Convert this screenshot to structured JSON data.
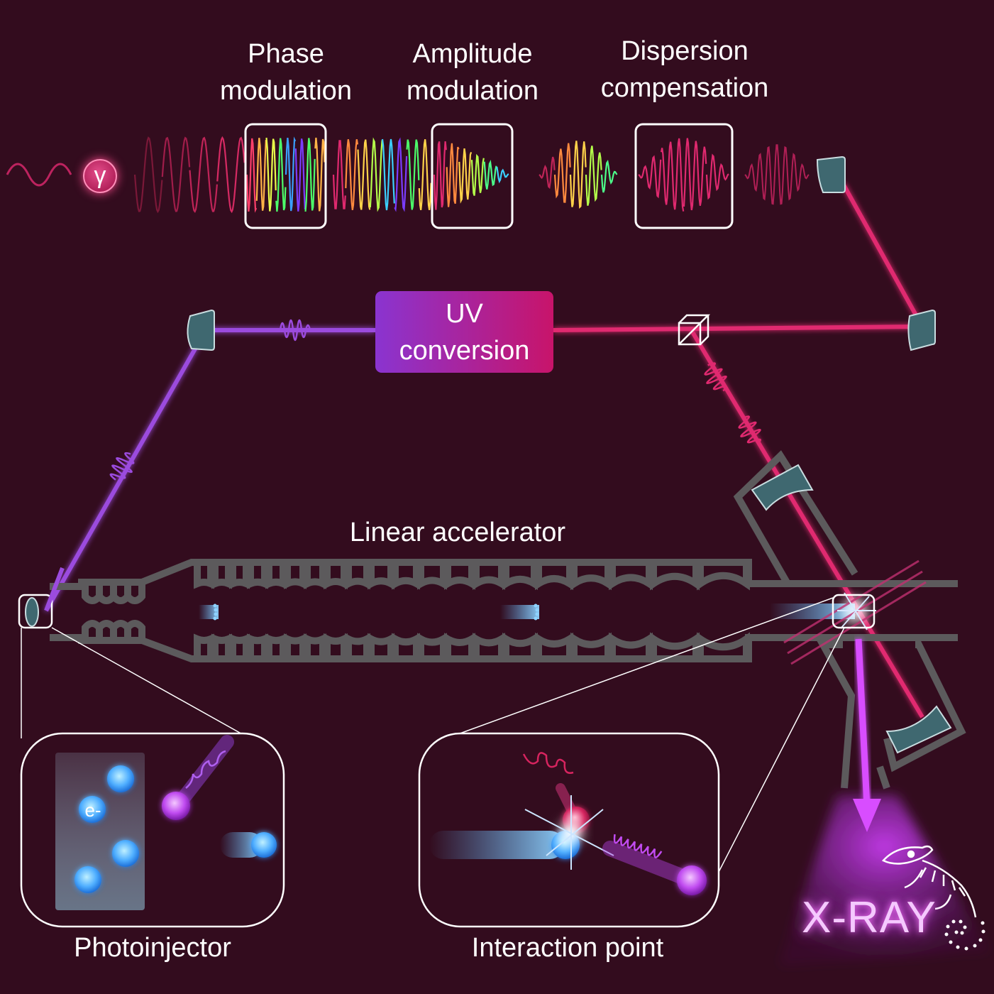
{
  "labels": {
    "phase_modulation": [
      "Phase",
      "modulation"
    ],
    "amplitude_modulation": [
      "Amplitude",
      "modulation"
    ],
    "dispersion_compensation": [
      "Dispersion",
      "compensation"
    ],
    "uv_conversion": [
      "UV",
      "conversion"
    ],
    "linear_accelerator": "Linear accelerator",
    "photoinjector": "Photoinjector",
    "interaction_point": "Interaction point",
    "xray": "X-RAY",
    "gamma_symbol": "γ",
    "electron_symbol": "e-"
  },
  "colors": {
    "background": "#330c1e",
    "laser_ir": "#e0296f",
    "laser_uv": "#9b4bde",
    "accelerator": "#5c5a5c",
    "mirror": "#3f6870",
    "electron": "#5ab8ff",
    "xray_glow": "#d84dff"
  }
}
